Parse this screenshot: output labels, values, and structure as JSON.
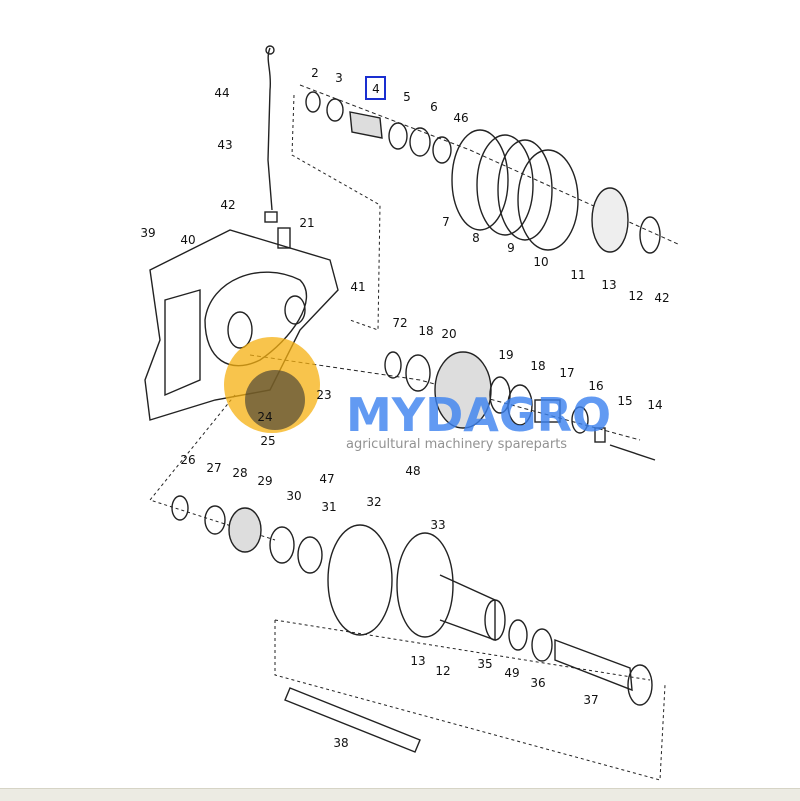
{
  "diagram": {
    "title": "Exploded parts diagram - transmission housing",
    "highlighted_part": "4",
    "highlight_color": "#1a2fd0",
    "part_labels": [
      "44",
      "2",
      "3",
      "4",
      "5",
      "6",
      "46",
      "43",
      "42",
      "21",
      "39",
      "40",
      "7",
      "8",
      "9",
      "10",
      "11",
      "13",
      "12",
      "42",
      "41",
      "72",
      "18",
      "20",
      "19",
      "18",
      "17",
      "16",
      "15",
      "14",
      "23",
      "24",
      "25",
      "47",
      "48",
      "26",
      "27",
      "28",
      "29",
      "30",
      "31",
      "32",
      "33",
      "13",
      "12",
      "35",
      "49",
      "36",
      "37",
      "38"
    ]
  },
  "watermark": {
    "brand": "MYDAGRO",
    "tagline": "agricultural machinery spareparts",
    "brand_color": "#3b82f0",
    "logo_color": "#f5b010"
  }
}
